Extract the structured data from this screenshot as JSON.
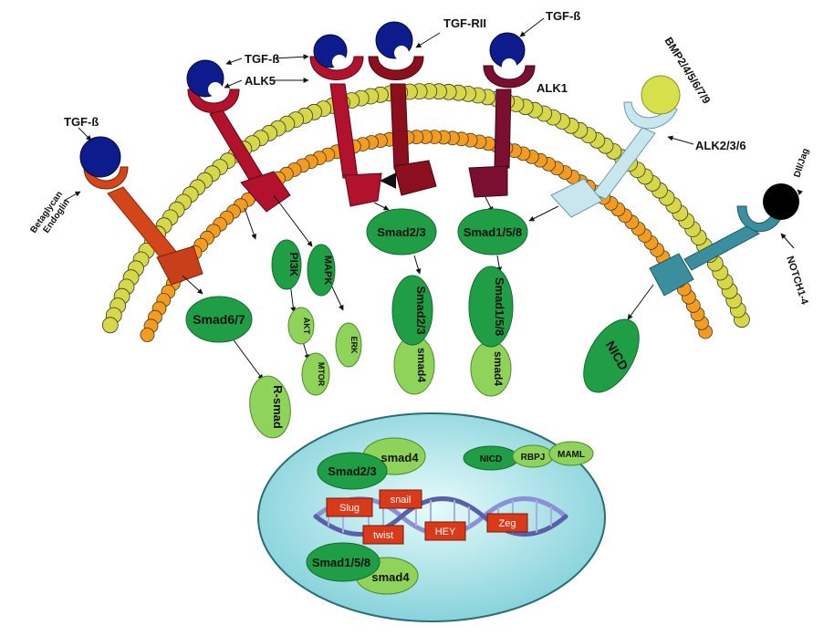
{
  "labels": {
    "tgfb_left": "TGF-ß",
    "betaglycan": "Betaglycan",
    "endoglin": "Endoglin",
    "tgfb_mid": "TGF-ß",
    "alk5": "ALK5",
    "tgfrii": "TGF-RII",
    "tgfb_right": "TGF-ß",
    "alk1": "ALK1",
    "bmp": "BMP2/4/5/6/7/9",
    "alk236": "ALK2/3/6",
    "dlljag": "Dll/Jag",
    "notch": "NOTCH1-4"
  },
  "nodes": {
    "smad67": "Smad6/7",
    "rsmad": "R-smad",
    "pi3k": "PI3K",
    "akt": "AKT",
    "mtor": "MTOR",
    "mapk": "MAPK",
    "erk": "ERK",
    "smad23": "Smad2/3",
    "smad23_complex": "Smad2/3",
    "smad4_a": "smad4",
    "smad158": "Smad1/5/8",
    "smad158_complex": "Smad1/5/8",
    "smad4_b": "smad4",
    "nicd": "NICD"
  },
  "nucleus": {
    "smad23": "Smad2/3",
    "smad4_top": "smad4",
    "nicd": "NICD",
    "rbpj": "RBPJ",
    "maml": "MAML",
    "smad158": "Smad1/5/8",
    "smad4_bottom": "smad4",
    "tf": [
      "Slug",
      "snail",
      "twist",
      "HEY",
      "Zeg"
    ]
  },
  "colors": {
    "ligand": "#0d1b8c",
    "lipid_outer": "#d6d84a",
    "lipid_inner": "#f39c1f",
    "betaglycan": "#d2461a",
    "alk5": "#b3122d",
    "tgfrii": "#8c0f1e",
    "alk1": "#7a0f32",
    "alk236": "#c8e6ee",
    "notch": "#3a8e9e",
    "bmp_ligand": "#d6e04a",
    "dll_ligand": "#000000",
    "node": "#1f9e46",
    "smad4": "#8fd35a",
    "nucleus": "#9fe0e6",
    "tf_box": "#d93a1a"
  }
}
